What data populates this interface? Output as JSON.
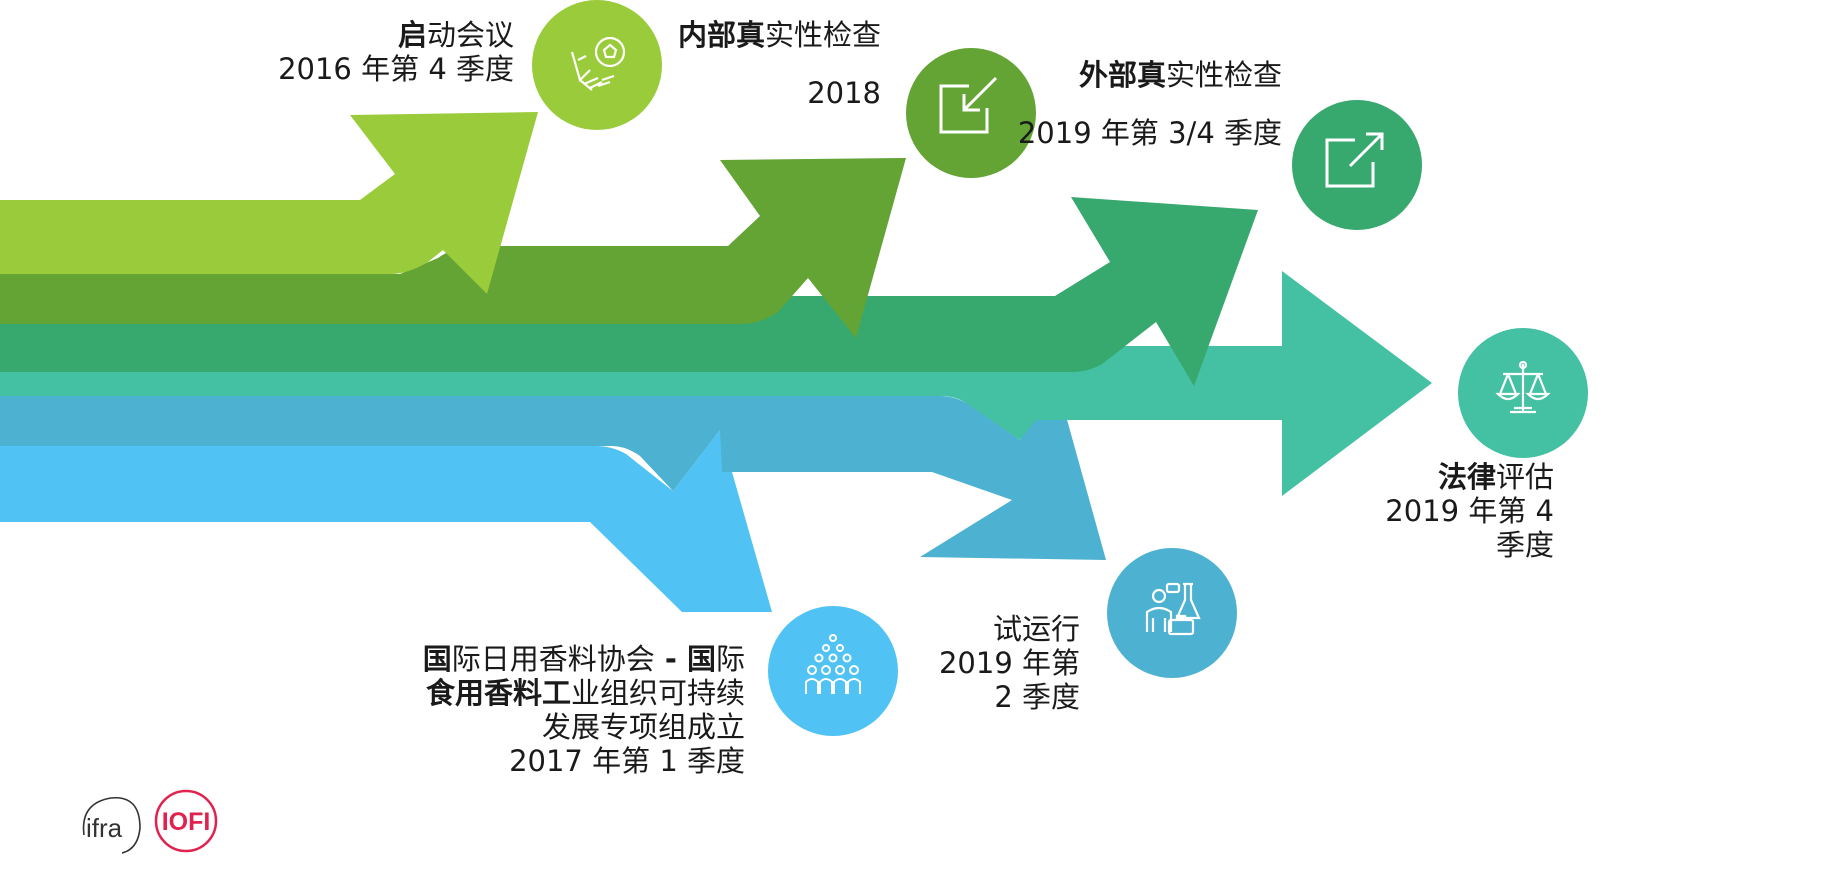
{
  "colors": {
    "lime": "#9ACB3A",
    "green": "#63A435",
    "emerald": "#37A86E",
    "teal": "#44C0A2",
    "steel_blue": "#4DB1D1",
    "sky_blue": "#50C3F4",
    "iofi_red": "#E0224F"
  },
  "milestones": {
    "kickoff": {
      "title_bold": "启",
      "title_rest": "动会议",
      "date": "2016 年第 4 季度",
      "icon": "handshake-ball-icon"
    },
    "internal_check": {
      "title_bold": "内部真",
      "title_rest": "实性检查",
      "date": "2018",
      "icon": "arrow-in-box-icon"
    },
    "external_check": {
      "title_bold": "外部真",
      "title_rest": "实性检查",
      "date": "2019 年第 3/4 季度",
      "icon": "arrow-out-box-icon"
    },
    "legal_review": {
      "title_bold": "法律",
      "title_rest": "评估",
      "date_line1": "2019 年第 4",
      "date_line2": "季度",
      "icon": "scales-icon"
    },
    "pilot": {
      "title": "试运行",
      "date_line1": "2019 年第",
      "date_line2": "2 季度",
      "icon": "scientist-icon"
    },
    "task_force": {
      "line1_a_bold": "国",
      "line1_a_rest": "际日用香料协会",
      "line1_sep": " - ",
      "line1_b_bold": "国",
      "line1_b_rest": "际",
      "line2_bold": "食用香料工",
      "line2_rest": "业组织可持续",
      "line3": "发展专项组成立",
      "date": "2017 年第 1 季度",
      "icon": "group-icon"
    }
  },
  "logos": {
    "ifra": "ifra",
    "iofi": "IOFI"
  }
}
